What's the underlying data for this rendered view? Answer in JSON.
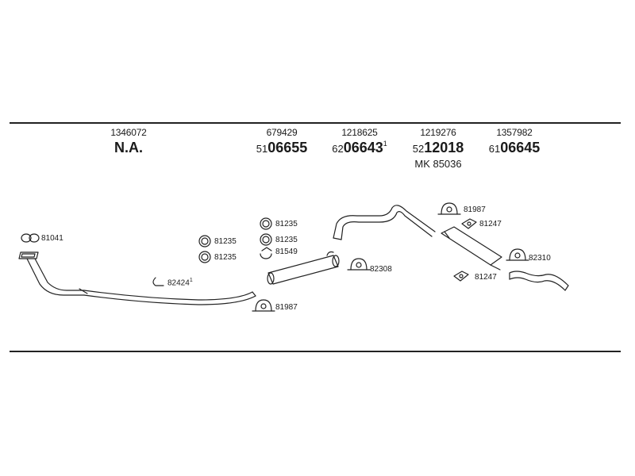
{
  "header_columns": [
    {
      "oe": "1346072",
      "main": "N.A.",
      "prefix": "",
      "sup": "",
      "extra": ""
    },
    {
      "oe": "679429",
      "main": "06655",
      "prefix": "51",
      "sup": "",
      "extra": ""
    },
    {
      "oe": "1218625",
      "main": "06643",
      "prefix": "62",
      "sup": "1",
      "extra": ""
    },
    {
      "oe": "1219276",
      "main": "12018",
      "prefix": "52",
      "sup": "",
      "extra": "MK 85036"
    },
    {
      "oe": "1357982",
      "main": "06645",
      "prefix": "61",
      "sup": "",
      "extra": ""
    }
  ],
  "part_labels": {
    "p81041": "81041",
    "p82424": "82424",
    "p82424_sup": "1",
    "p81235_a": "81235",
    "p81235_b": "81235",
    "p81235_c": "81235",
    "p81235_d": "81235",
    "p81549": "81549",
    "p81987_a": "81987",
    "p82308": "82308",
    "p81987_b": "81987",
    "p81247_a": "81247",
    "p82310": "82310",
    "p81247_b": "81247"
  }
}
